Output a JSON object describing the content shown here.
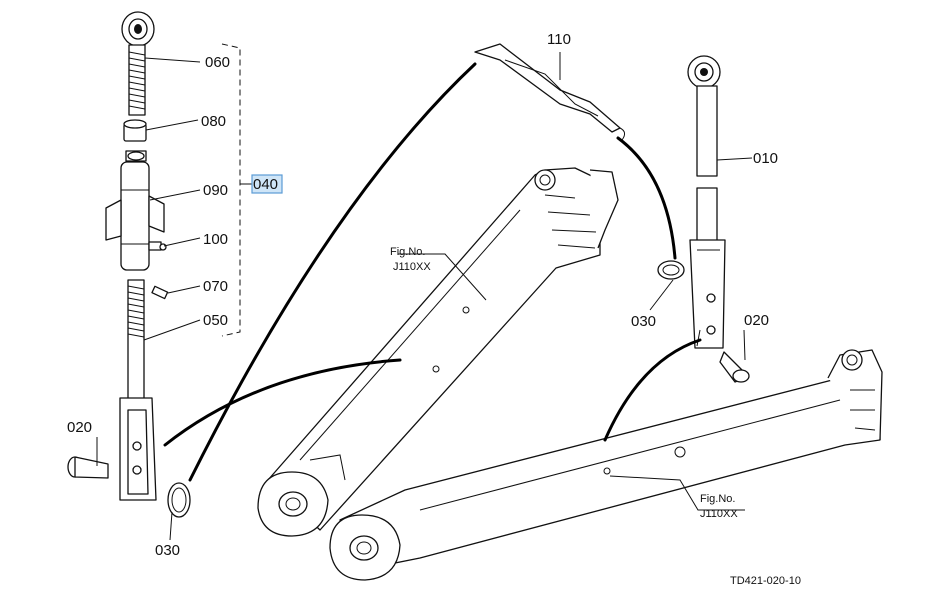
{
  "callouts": {
    "c060": "060",
    "c080": "080",
    "c090": "090",
    "c100": "100",
    "c070": "070",
    "c050": "050",
    "c040": "040",
    "c020_left": "020",
    "c030_left": "030",
    "c110": "110",
    "c010": "010",
    "c030_right": "030",
    "c020_right": "020"
  },
  "figrefs": {
    "upper_fig": "Fig.No.",
    "upper_num": "J110XX",
    "lower_fig": "Fig.No.",
    "lower_num": "J110XX"
  },
  "drawing_code": "TD421-020-10",
  "colors": {
    "highlight_fill": "#cfe5f7",
    "highlight_border": "#5b9bd5"
  }
}
